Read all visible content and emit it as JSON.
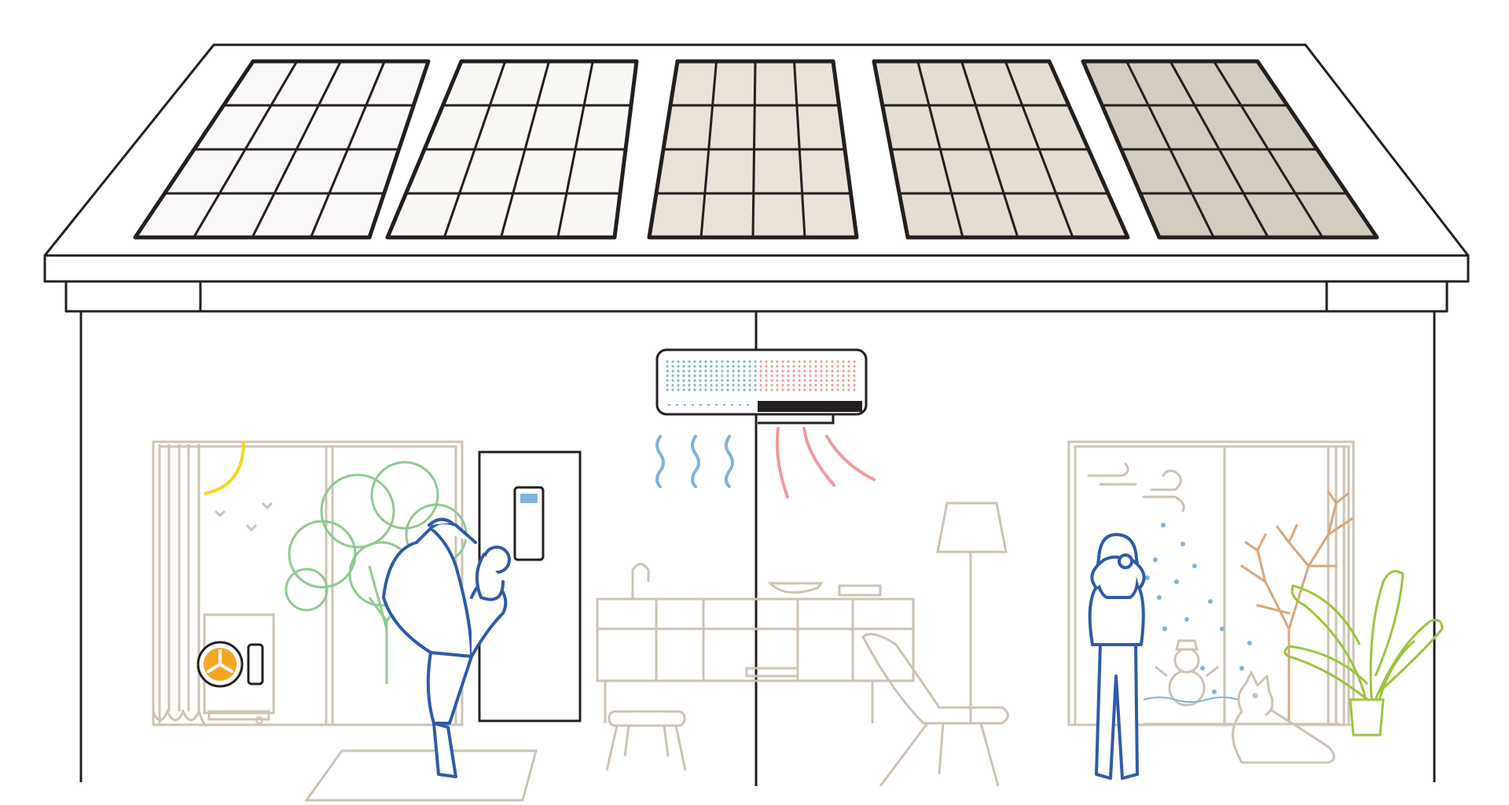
{
  "scene": {
    "colors": {
      "outline": "#231f20",
      "furniture": "#cdc3b3",
      "person": "#2f5aa8",
      "tree_green": "#8fc98f",
      "tree_autumn": "#d9a679",
      "plant": "#9bc53d",
      "sun": "#f7d51d",
      "cool_air": "#7fb3d9",
      "warm_air": "#f09a9a",
      "heat_pump_fan": "#f5a623",
      "panel_glare": "#e8e2d8",
      "panel_shade": "#d3ccc0"
    },
    "icons": {
      "left_room": [
        "sun-icon",
        "birds-icon",
        "tree-icon",
        "heat-pump-icon"
      ],
      "right_room": [
        "wind-icon",
        "snowflake-icon",
        "snowman-icon",
        "bare-tree-icon",
        "dog-icon",
        "potted-plant-icon"
      ]
    },
    "solar_panels": {
      "count": 5,
      "rows": 4,
      "columns": 4
    },
    "people": [
      "person-stretching",
      "person-shivering"
    ]
  }
}
